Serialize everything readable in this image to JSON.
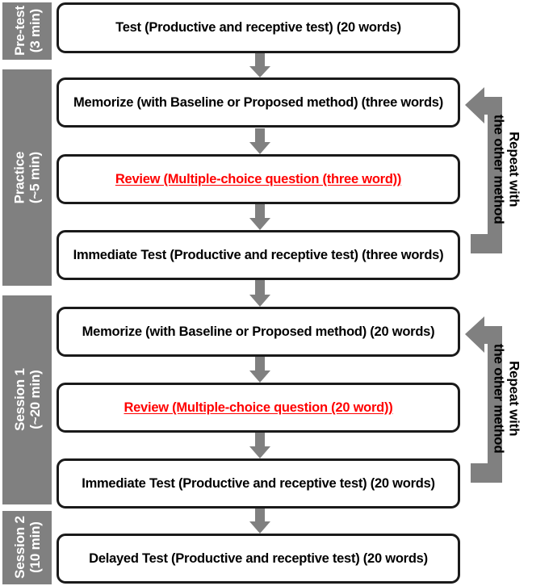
{
  "diagram": {
    "title": "Experiment procedure flow",
    "colors": {
      "gray": "#808080",
      "box_border": "#1a1a1a",
      "box_fill": "#ffffff",
      "text": "#000000",
      "highlight_red": "#ff0000",
      "phase_text": "#ffffff"
    },
    "phases": [
      {
        "name": "Pre-test",
        "duration": "(3 min)"
      },
      {
        "name": "Practice",
        "duration": "(~5 min)"
      },
      {
        "name": "Session 1",
        "duration": "(~20 min)"
      },
      {
        "name": "Session 2",
        "duration": "(10 min)"
      }
    ],
    "nodes": [
      {
        "id": "pretest",
        "label": "Test (Productive and receptive test) (20 words)"
      },
      {
        "id": "memorize-practice",
        "label": "Memorize (with Baseline or Proposed method) (three words)"
      },
      {
        "id": "review-practice",
        "label": "Review (Multiple-choice question (three word))"
      },
      {
        "id": "immediate-practice",
        "label": "Immediate Test (Productive and receptive test) (three words)"
      },
      {
        "id": "memorize-session1",
        "label": "Memorize (with Baseline or Proposed method) (20 words)"
      },
      {
        "id": "review-session1",
        "label": "Review (Multiple-choice question (20 word))"
      },
      {
        "id": "immediate-session1",
        "label": "Immediate Test (Productive and receptive test) (20 words)"
      },
      {
        "id": "delayed-session2",
        "label": "Delayed Test (Productive and receptive test) (20 words)"
      }
    ],
    "loops": [
      {
        "id": "loop-practice",
        "line1": "Repeat with",
        "line2": "the other method"
      },
      {
        "id": "loop-session1",
        "line1": "Repeat with",
        "line2": "the other method"
      }
    ]
  }
}
